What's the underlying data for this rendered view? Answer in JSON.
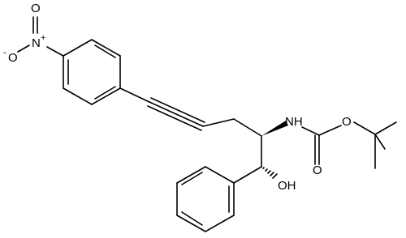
{
  "molecule": {
    "atoms": {
      "nitrogen_nitro": "N",
      "nitro_charge_plus": "+",
      "oxygen_nitro_top": "O",
      "oxygen_nitro_minus": "O",
      "nitro_charge_minus": "-",
      "carbamate_nitrogen": "NH",
      "carbonyl_oxygen": "O",
      "ester_oxygen": "O",
      "hydroxyl": "OH"
    }
  }
}
